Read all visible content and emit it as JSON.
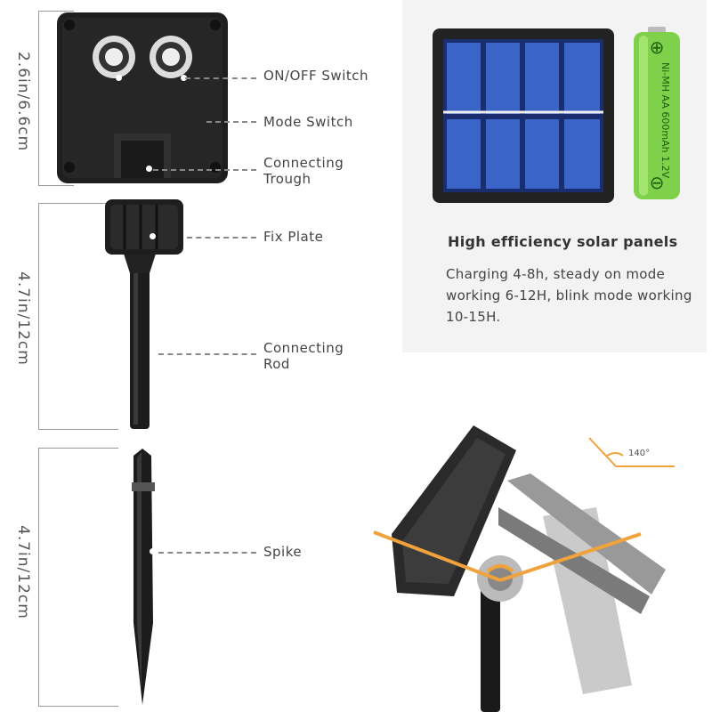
{
  "dimensions": [
    {
      "text": "2.6in/6.6cm"
    },
    {
      "text": "4.7in/12cm"
    },
    {
      "text": "4.7in/12cm"
    }
  ],
  "parts": [
    {
      "text": "ON/OFF Switch"
    },
    {
      "text": "Mode Switch"
    },
    {
      "text": "Connecting\nTrough"
    },
    {
      "text": "Fix Plate"
    },
    {
      "text": "Connecting\nRod"
    },
    {
      "text": "Spike"
    }
  ],
  "solar_panel_card": {
    "heading": "High efficiency solar panels",
    "description": "Charging 4-8h, steady on mode working 6-12H, blink mode working 10-15H.",
    "battery_text": "Ni-MH AA 600mAh 1.2V"
  },
  "rotation": {
    "angle_label": "140°",
    "accent_color": "#f0a23c"
  }
}
